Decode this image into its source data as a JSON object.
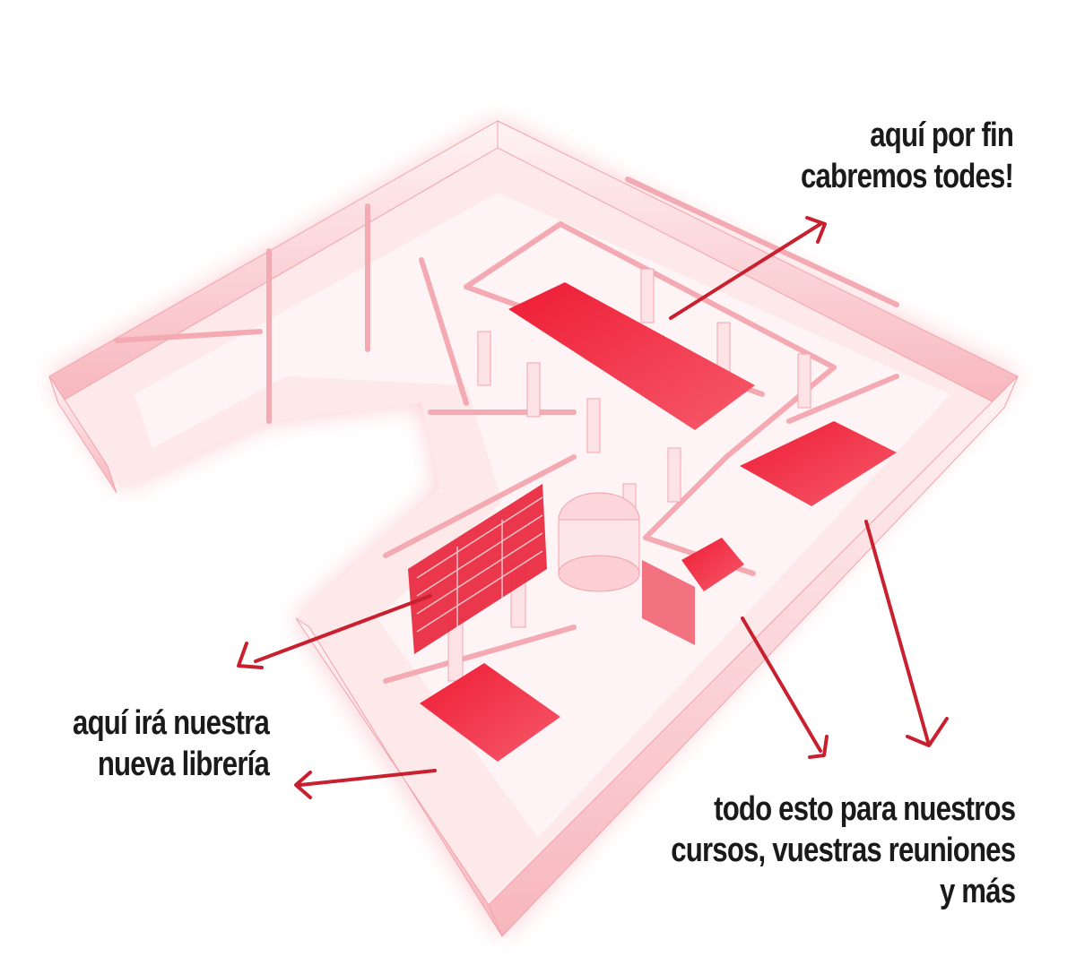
{
  "annotations": {
    "top_right": {
      "line1": "aquí por fin",
      "line2": "cabremos todes!"
    },
    "left": {
      "line1": "aquí irá nuestra",
      "line2": "nueva librería"
    },
    "bottom_right": {
      "line1": "todo esto para nuestros",
      "line2": "cursos, vuestras reuniones",
      "line3": "y más"
    }
  },
  "colors": {
    "accent": "#ee1c35",
    "arrow": "#c8202e",
    "wall_light": "#ffe6e8",
    "wall_mid": "#fbc3c8",
    "wall_shadow": "#f4a6ae",
    "text": "#1a1a1a"
  }
}
